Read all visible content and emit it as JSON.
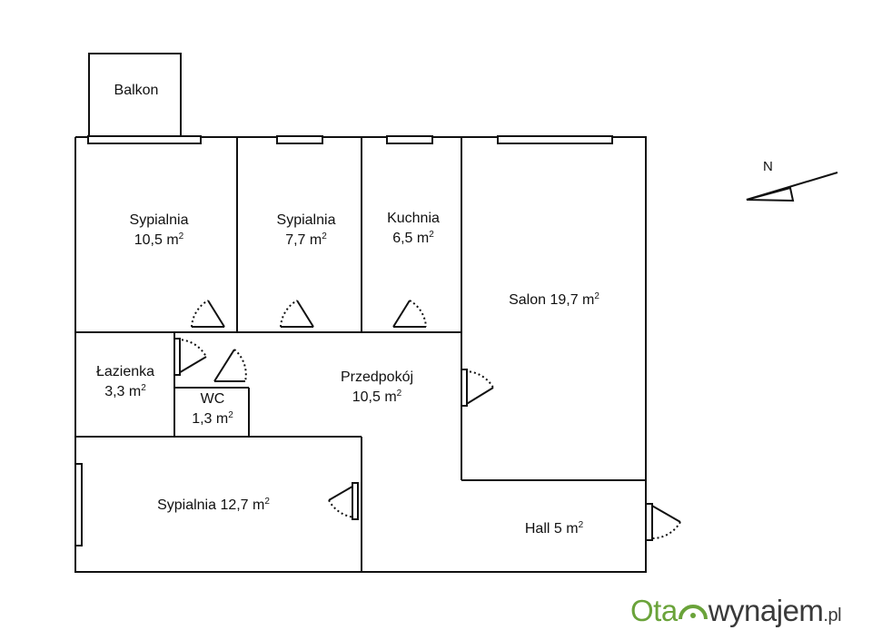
{
  "rooms": {
    "balkon": {
      "name": "Balkon"
    },
    "sypialnia_1": {
      "name": "Sypialnia",
      "area": "10,5 m",
      "sup": "2"
    },
    "sypialnia_2": {
      "name": "Sypialnia",
      "area": "7,7 m",
      "sup": "2"
    },
    "kuchnia": {
      "name": "Kuchnia",
      "area": "6,5 m",
      "sup": "2"
    },
    "salon": {
      "name": "Salon 19,7 m",
      "sup": "2"
    },
    "lazienka": {
      "name": "Łazienka",
      "area": "3,3 m",
      "sup": "2"
    },
    "wc": {
      "name": "WC",
      "area": "1,3 m",
      "sup": "2"
    },
    "przedpokoj": {
      "name": "Przedpokój",
      "area": "10,5 m",
      "sup": "2"
    },
    "sypialnia_3": {
      "name": "Sypialnia 12,7 m",
      "sup": "2"
    },
    "hall": {
      "name": "Hall 5 m",
      "sup": "2"
    }
  },
  "compass": {
    "label": "N"
  },
  "logo": {
    "part1": "Ota",
    "part2": "wynajem",
    "suffix": ".pl",
    "accent_color": "#6aa33a",
    "text_color": "#3a3a3a"
  }
}
